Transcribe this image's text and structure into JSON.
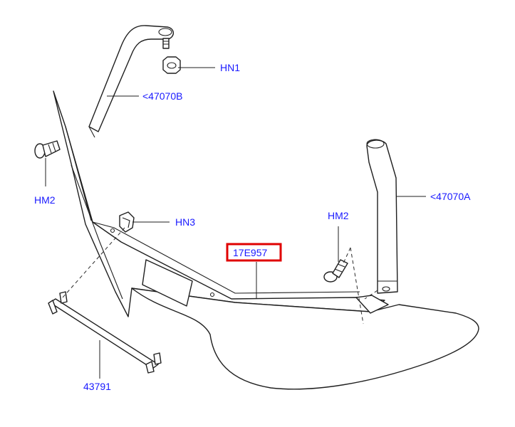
{
  "colors": {
    "callout_text": "#1a1aff",
    "highlight_box": "#e00000",
    "line_art": "#1f1f1f"
  },
  "callouts": [
    {
      "id": "hn1",
      "label": "HN1"
    },
    {
      "id": "47070b",
      "label": "<47070B"
    },
    {
      "id": "hm2a",
      "label": "HM2"
    },
    {
      "id": "hn3",
      "label": "HN3"
    },
    {
      "id": "17e957",
      "label": "17E957",
      "highlighted": true
    },
    {
      "id": "hm2b",
      "label": "HM2"
    },
    {
      "id": "47070a",
      "label": "<47070A"
    },
    {
      "id": "43791",
      "label": "43791"
    }
  ]
}
